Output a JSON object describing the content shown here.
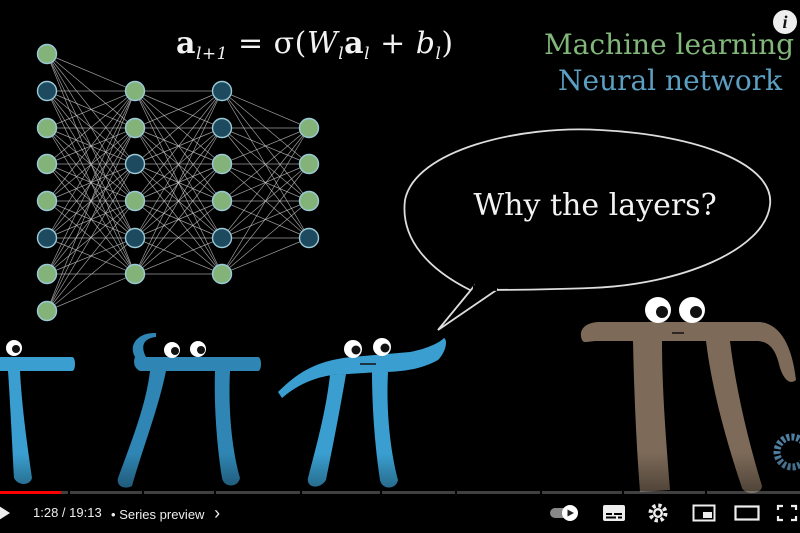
{
  "video": {
    "equation": {
      "lhs_base": "a",
      "lhs_sub": "l+1",
      "equals": " = ",
      "sigma": "σ(",
      "w": "W",
      "w_sub": "l",
      "a": "a",
      "a_sub": "l",
      "plus": " + ",
      "b": "b",
      "b_sub": "l",
      "close": ")"
    },
    "topic_line_1": "Machine learning",
    "topic_line_2": "Neural network",
    "speech_bubble": "Why the layers?",
    "info_icon": "i"
  },
  "controls": {
    "current_time": "1:28",
    "separator": " / ",
    "duration": "19:13",
    "chapter_dot": "•",
    "chapter_label": "Series preview",
    "chapter_arrow": "›",
    "progress_fraction": 0.0763,
    "icons": [
      "play-pause-icon",
      "autoplay-toggle-icon",
      "subtitles-icon",
      "settings-icon",
      "miniplayer-icon",
      "theater-mode-icon",
      "fullscreen-icon"
    ]
  },
  "colors": {
    "green_node": "#84b37a",
    "dark_node": "#1d4a5e",
    "blue_pi": "#3a9fd0",
    "brown_pi": "#7d6a58",
    "progress_red": "#ff0000",
    "topic_green": "#82b77a",
    "topic_blue": "#5b9fc2"
  }
}
